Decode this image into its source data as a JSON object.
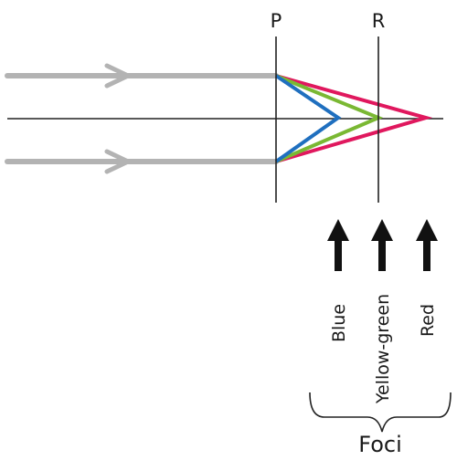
{
  "diagram": {
    "planes": [
      {
        "id": "p",
        "label": "P"
      },
      {
        "id": "r",
        "label": "R"
      }
    ],
    "foci": [
      {
        "id": "blue",
        "label": "Blue",
        "color": "#1f6fbf"
      },
      {
        "id": "yellow-green",
        "label": "Yellow-green",
        "color": "#7ab833"
      },
      {
        "id": "red",
        "label": "Red",
        "color": "#e0185e"
      }
    ],
    "foci_caption": "Foci",
    "colors": {
      "incoming_ray": "#b3b3b3",
      "axis": "#222222",
      "arrow": "#111111"
    }
  }
}
